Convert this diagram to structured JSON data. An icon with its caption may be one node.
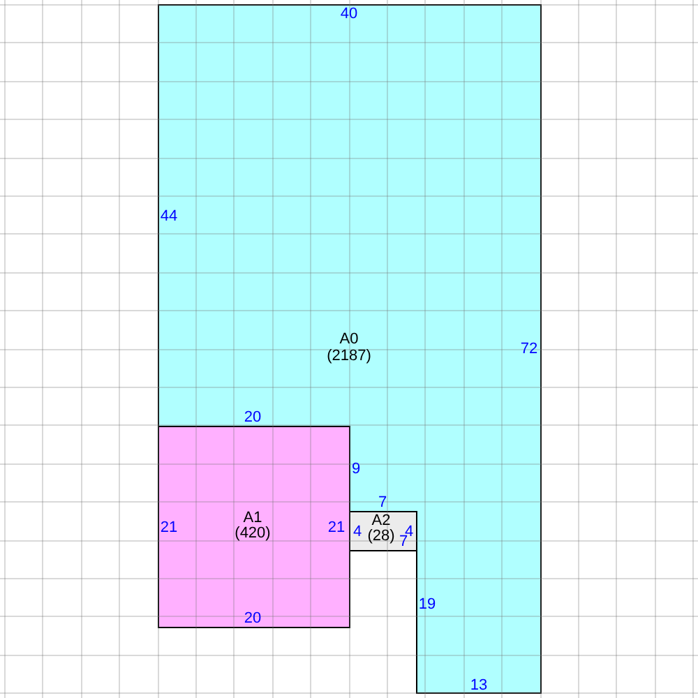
{
  "diagram": {
    "nodes": [
      {
        "text": [
          "A0",
          "(2187)"
        ]
      },
      {
        "text": [
          "A1",
          "(420)"
        ]
      },
      {
        "text": [
          "A2",
          "(28)"
        ]
      }
    ],
    "labels": [
      "40",
      "44",
      "72",
      "20",
      "9",
      "7",
      "21",
      "21",
      "4",
      "4",
      "7",
      "19",
      "20",
      "13"
    ]
  }
}
